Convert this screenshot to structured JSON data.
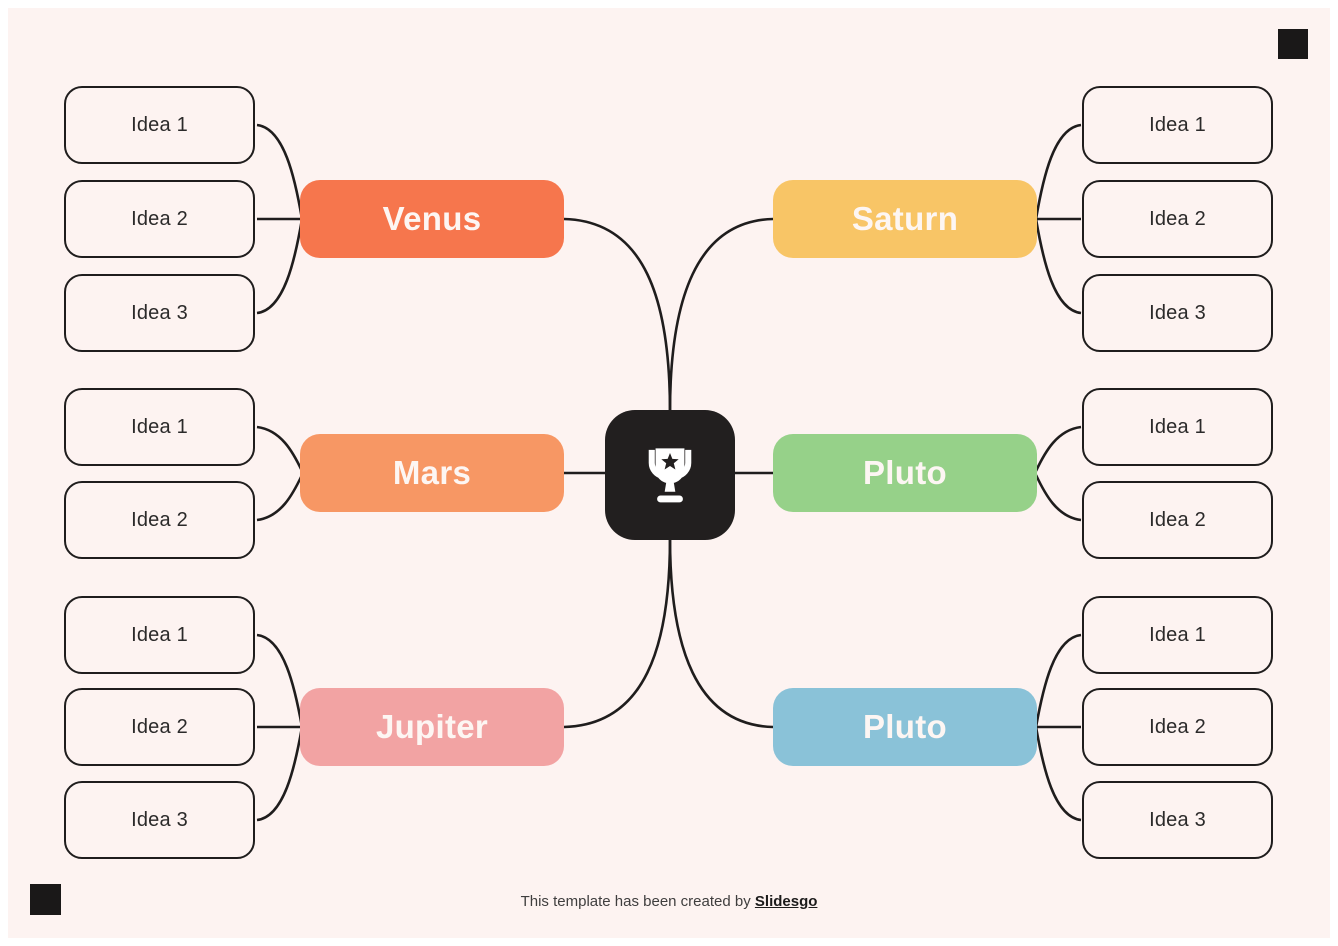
{
  "canvas": {
    "background": "#fdf3f1",
    "frame_color": "#ffffff",
    "line_color": "#1f1d1d",
    "corner_square_color": "#1a1818"
  },
  "center_node": {
    "icon": "trophy-icon",
    "background": "#221f1f",
    "icon_color": "#ffffff"
  },
  "branches": [
    {
      "label": "Venus",
      "color": "#f6764d",
      "side": "left",
      "ideas": [
        "Idea 1",
        "Idea 2",
        "Idea 3"
      ]
    },
    {
      "label": "Saturn",
      "color": "#f8c566",
      "side": "right",
      "ideas": [
        "Idea 1",
        "Idea 2",
        "Idea 3"
      ]
    },
    {
      "label": "Mars",
      "color": "#f79764",
      "side": "left",
      "ideas": [
        "Idea 1",
        "Idea 2"
      ]
    },
    {
      "label": "Pluto",
      "color": "#96d189",
      "side": "right",
      "ideas": [
        "Idea 1",
        "Idea 2"
      ]
    },
    {
      "label": "Jupiter",
      "color": "#f2a3a3",
      "side": "left",
      "ideas": [
        "Idea 1",
        "Idea 2",
        "Idea 3"
      ]
    },
    {
      "label": "Pluto",
      "color": "#8ac2d8",
      "side": "right",
      "ideas": [
        "Idea 1",
        "Idea 2",
        "Idea 3"
      ]
    }
  ],
  "footer": {
    "text": "This template has been created by",
    "brand": "Slidesgo"
  }
}
